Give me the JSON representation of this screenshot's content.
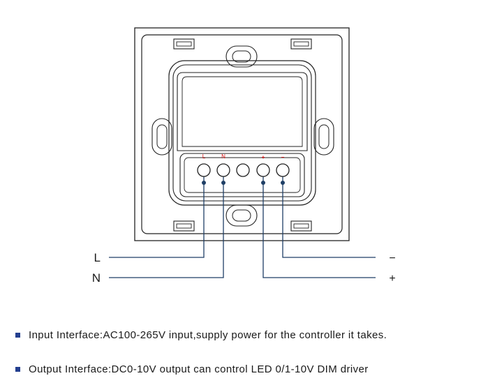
{
  "terminals": [
    {
      "label": "L",
      "wired": true
    },
    {
      "label": "N",
      "wired": true
    },
    {
      "label": "",
      "wired": false
    },
    {
      "label": "+",
      "wired": true
    },
    {
      "label": "−",
      "wired": true
    }
  ],
  "wires": {
    "left": [
      {
        "label": "L"
      },
      {
        "label": "N"
      }
    ],
    "right": [
      {
        "label": "−"
      },
      {
        "label": "+"
      }
    ]
  },
  "notes": [
    {
      "text": "Input Interface:AC100-265V input,supply power for the controller it takes."
    },
    {
      "text": "Output Interface:DC0-10V output can control LED 0/1-10V DIM driver"
    }
  ],
  "colors": {
    "outline": "#222222",
    "wire": "#1f3f66",
    "terminal_label": "#dd1111",
    "bullet": "#243f8f"
  }
}
